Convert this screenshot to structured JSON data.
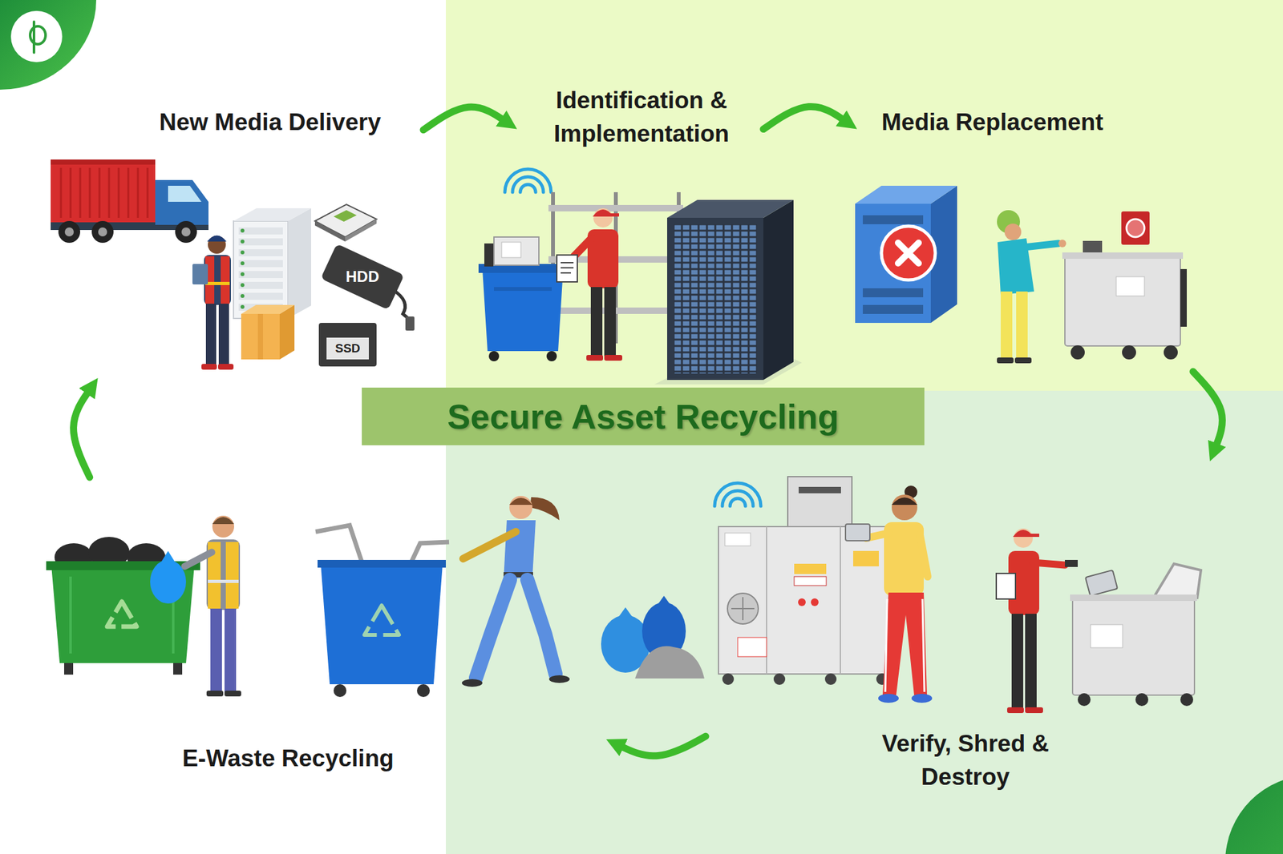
{
  "diagram": {
    "title": "Secure Asset Recycling",
    "nodes": [
      {
        "text": [
          "New Media Delivery"
        ]
      },
      {
        "text": [
          "Identification & Implementation"
        ]
      },
      {
        "text": [
          "Media Replacement"
        ]
      },
      {
        "text": [
          "Verify, Shred & Destroy"
        ]
      },
      {
        "text": [
          "E-Waste Recycling"
        ]
      }
    ],
    "edges": [
      {
        "from": 0,
        "to": 1,
        "arrow": "to"
      },
      {
        "from": 1,
        "to": 2,
        "arrow": "to"
      },
      {
        "from": 2,
        "to": 3,
        "arrow": "to"
      },
      {
        "from": 3,
        "to": 4,
        "arrow": "to"
      },
      {
        "from": 4,
        "to": 0,
        "arrow": "to"
      }
    ],
    "labels": [
      "HDD",
      "SSD"
    ]
  }
}
